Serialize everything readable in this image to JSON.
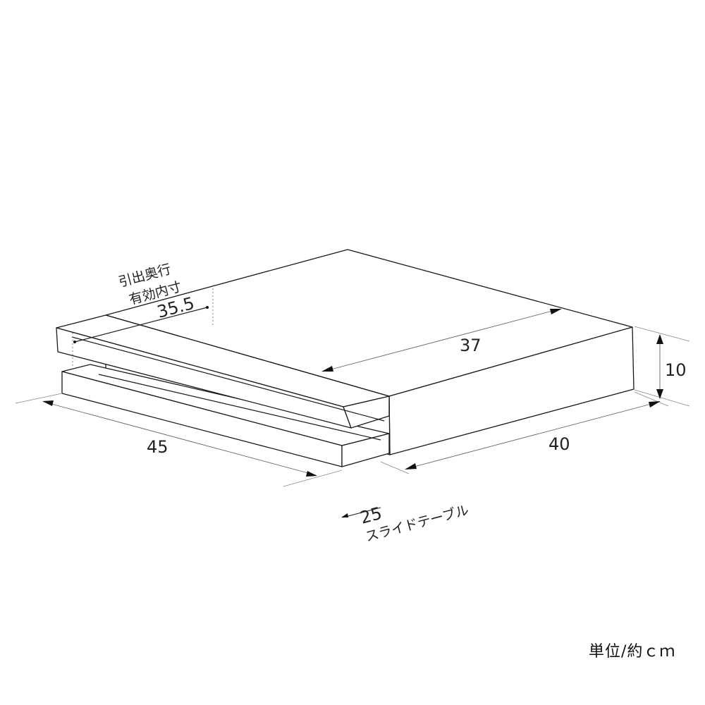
{
  "dimensions": {
    "pullout_label_line1": "引出奥行",
    "pullout_label_line2": "有効内寸",
    "pullout_value": "35.5",
    "top_depth": "37",
    "height": "10",
    "width": "45",
    "depth": "40",
    "slide_value": "25",
    "slide_label": "スライドテーブル"
  },
  "unit_note": "単位/約ｃｍ"
}
